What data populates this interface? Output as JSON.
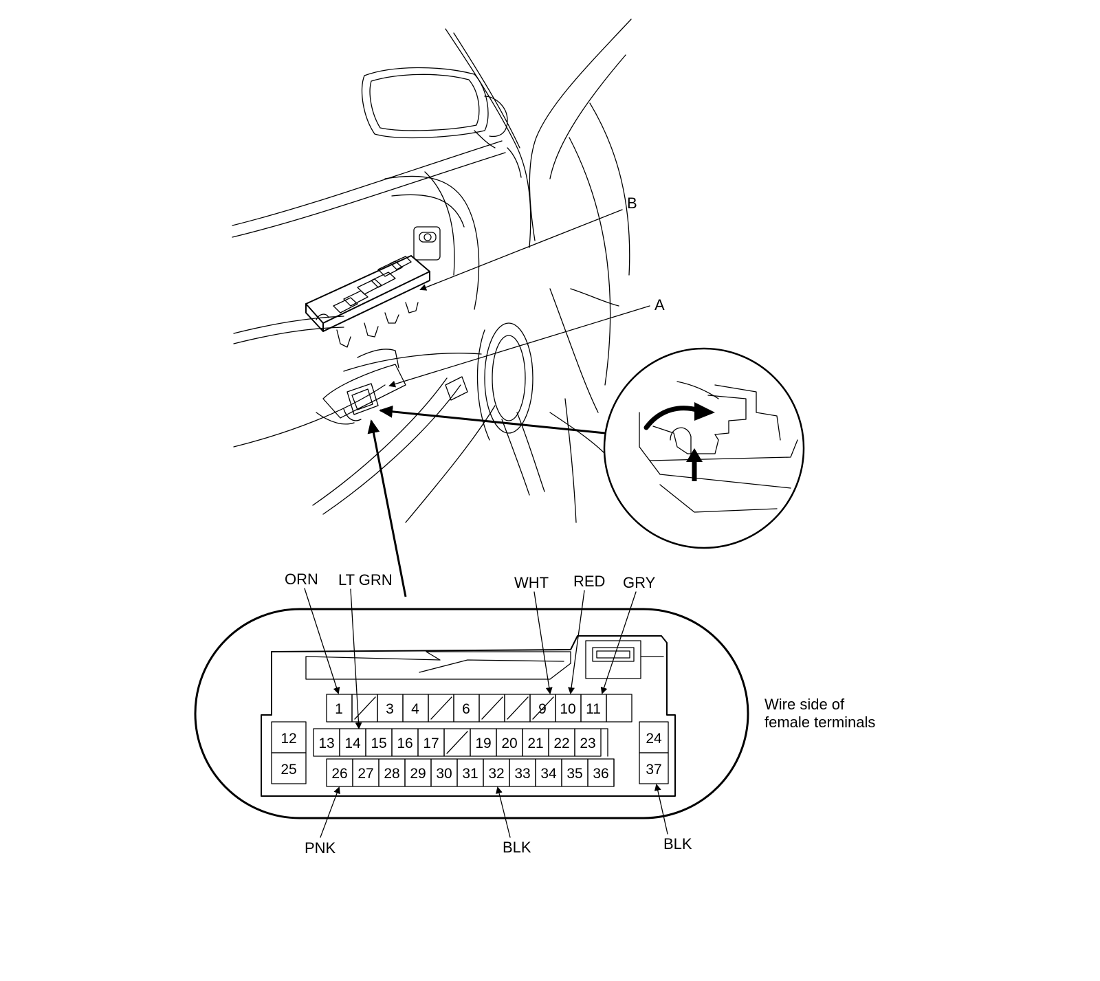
{
  "callouts": {
    "b": "B",
    "a": "A"
  },
  "wire_colors": {
    "orn": "ORN",
    "lt_grn": "LT GRN",
    "wht": "WHT",
    "red": "RED",
    "gry": "GRY",
    "pnk": "PNK",
    "blk_mid": "BLK",
    "blk_right": "BLK"
  },
  "connector": {
    "caption_line1": "Wire side of",
    "caption_line2": "female terminals",
    "terminals": {
      "t1": "1",
      "t3": "3",
      "t4": "4",
      "t6": "6",
      "t9": "9",
      "t10": "10",
      "t11": "11",
      "t12": "12",
      "t13": "13",
      "t14": "14",
      "t15": "15",
      "t16": "16",
      "t17": "17",
      "t19": "19",
      "t20": "20",
      "t21": "21",
      "t22": "22",
      "t23": "23",
      "t24": "24",
      "t25": "25",
      "t26": "26",
      "t27": "27",
      "t28": "28",
      "t29": "29",
      "t30": "30",
      "t31": "31",
      "t32": "32",
      "t33": "33",
      "t34": "34",
      "t35": "35",
      "t36": "36",
      "t37": "37"
    }
  }
}
